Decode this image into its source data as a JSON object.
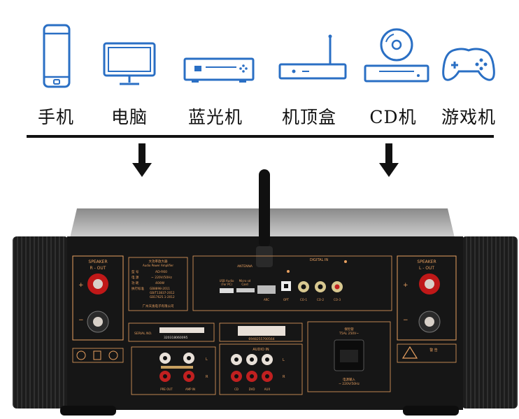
{
  "devices": [
    {
      "label": "手机",
      "icon": "smartphone-icon"
    },
    {
      "label": "电脑",
      "icon": "monitor-icon"
    },
    {
      "label": "蓝光机",
      "icon": "bluray-player-icon"
    },
    {
      "label": "机顶盒",
      "icon": "set-top-box-icon"
    },
    {
      "label": "CD机",
      "icon": "cd-player-icon"
    },
    {
      "label": "游戏机",
      "icon": "gamepad-icon"
    }
  ],
  "colors": {
    "icon_blue": "#2a6fc4",
    "panel_orange": "#e8a060",
    "chassis": "#1a1a1a"
  },
  "panel": {
    "speaker_r": "SPEAKER",
    "speaker_r_sub": "R - OUT",
    "speaker_l": "SPEAKER",
    "speaker_l_sub": "L - OUT",
    "plus": "+",
    "minus": "−",
    "info_title": "大功率放大器",
    "info_sub": "Audio Power Amplifier",
    "info_model_label": "型 号",
    "info_model": "AD-R60",
    "info_power_label": "电 源",
    "info_power": "~ 220V/50Hz",
    "info_out_label": "功 耗",
    "info_out": "400W",
    "info_std_label": "执行标准",
    "info_std1": "GB8898-2011",
    "info_std2": "GB/T13837-2012",
    "info_std3": "GB17625.1-2012",
    "info_maker": "广州天逸电子有限公司",
    "antenna": "ANTENNA",
    "digital_in": "DIGITAL IN",
    "usb": "USB Audio",
    "usb_sub": "(For PC)",
    "microsd": "Micro sd",
    "microsd_sub": "Card",
    "arc": "ARC",
    "opt": "OPT",
    "co1": "CO-1",
    "co2": "CO-2",
    "co3": "CO-3",
    "serial_label": "SERIAL NO.",
    "serial_value": "320318060095",
    "barcode_value": "6948255700564",
    "fuse_title": "保险管",
    "fuse_value": "T5AL 250V~",
    "mains_title": "电源输入",
    "mains_value": "~ 220V/50Hz",
    "warn_title": "警 告",
    "audio_in": "AUDIO IN",
    "pre_out": "PRE OUT",
    "amp_in": "AMP IN",
    "cd": "CD",
    "dvd": "DVD",
    "aux": "AUX",
    "L": "L",
    "R": "R"
  }
}
